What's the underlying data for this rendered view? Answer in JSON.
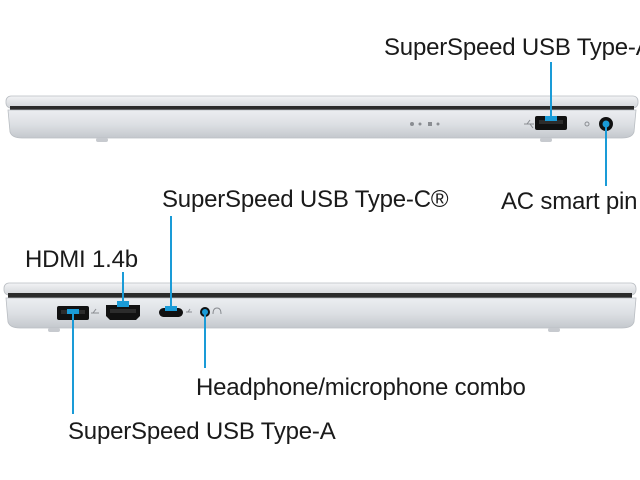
{
  "labels": {
    "top_usb_a": "SuperSpeed USB Type-A",
    "ac_pin": "AC smart pin",
    "usb_c": "SuperSpeed USB Type-C®",
    "hdmi": "HDMI 1.4b",
    "headphone": "Headphone/microphone combo",
    "bottom_usb_a": "SuperSpeed USB Type-A"
  },
  "colors": {
    "callout": "#1a9bd7",
    "chassis_light": "#e3e5e8",
    "chassis_mid": "#c9ccd1",
    "chassis_dark": "#2b2b2b",
    "port": "#111111"
  },
  "icons": [
    "usb-icon",
    "power-icon",
    "headphone-icon"
  ]
}
